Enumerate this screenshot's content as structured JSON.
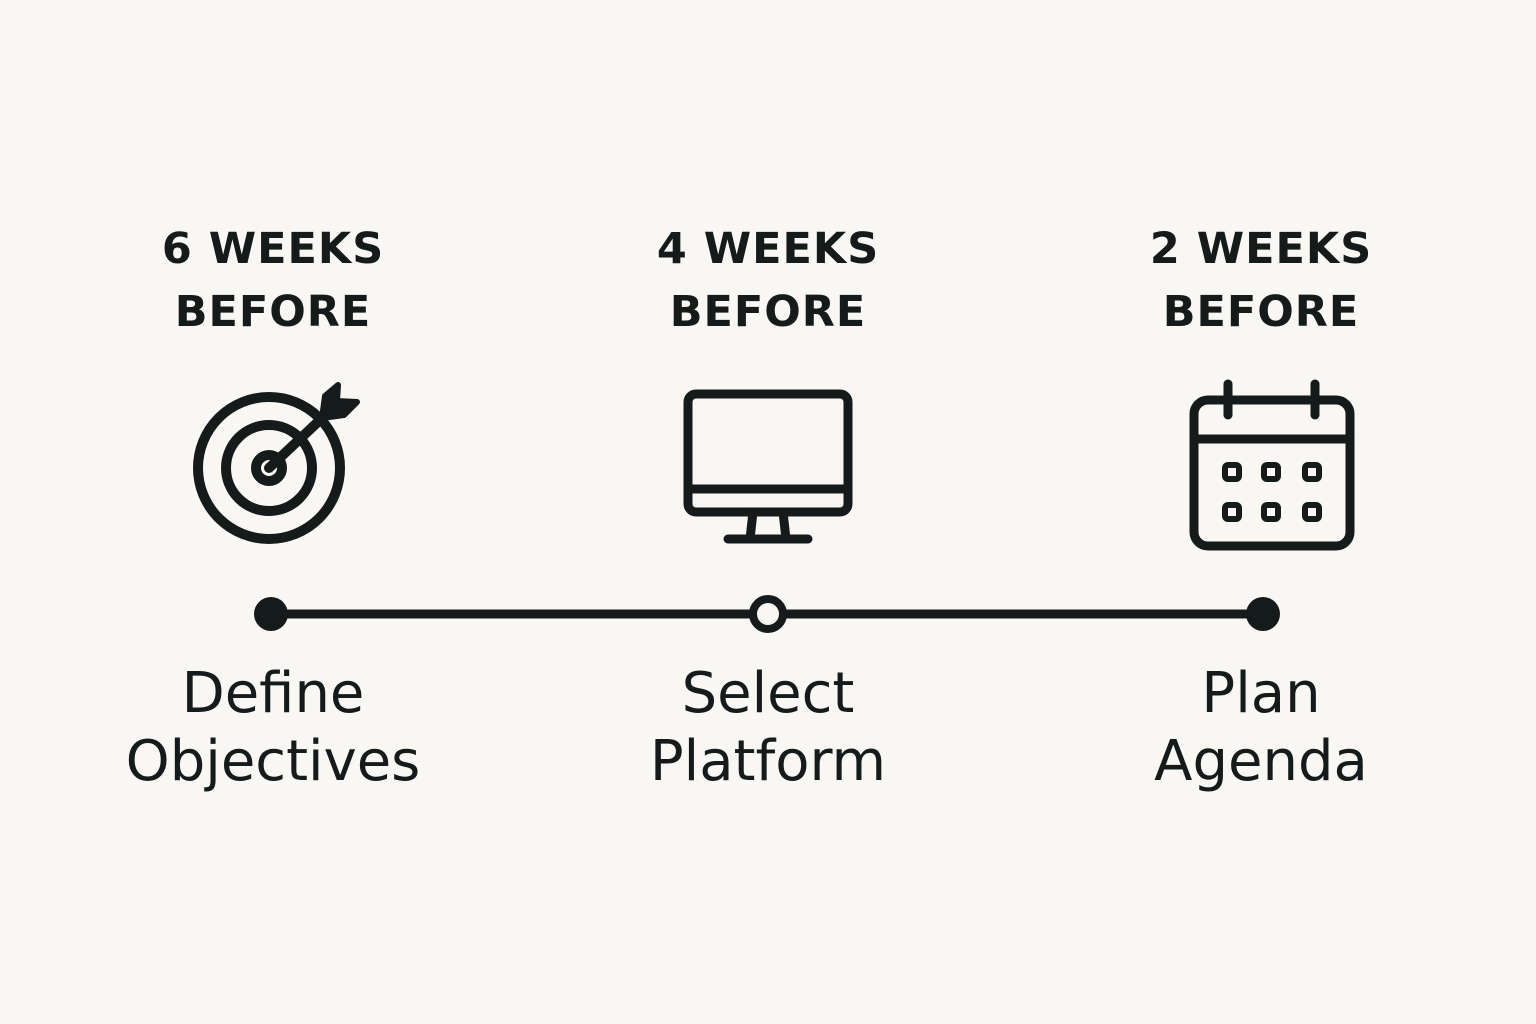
{
  "steps": [
    {
      "when_line1": "6 WEEKS",
      "when_line2": "BEFORE",
      "label_line1": "Define",
      "label_line2": "Objectives",
      "icon": "target-arrow-icon",
      "marker": "filled"
    },
    {
      "when_line1": "4 WEEKS",
      "when_line2": "BEFORE",
      "label_line1": "Select",
      "label_line2": "Platform",
      "icon": "monitor-icon",
      "marker": "hollow"
    },
    {
      "when_line1": "2 WEEKS",
      "when_line2": "BEFORE",
      "label_line1": "Plan",
      "label_line2": "Agenda",
      "icon": "calendar-icon",
      "marker": "filled"
    }
  ],
  "colors": {
    "background": "#f9f7f4",
    "ink": "#141b1a"
  }
}
